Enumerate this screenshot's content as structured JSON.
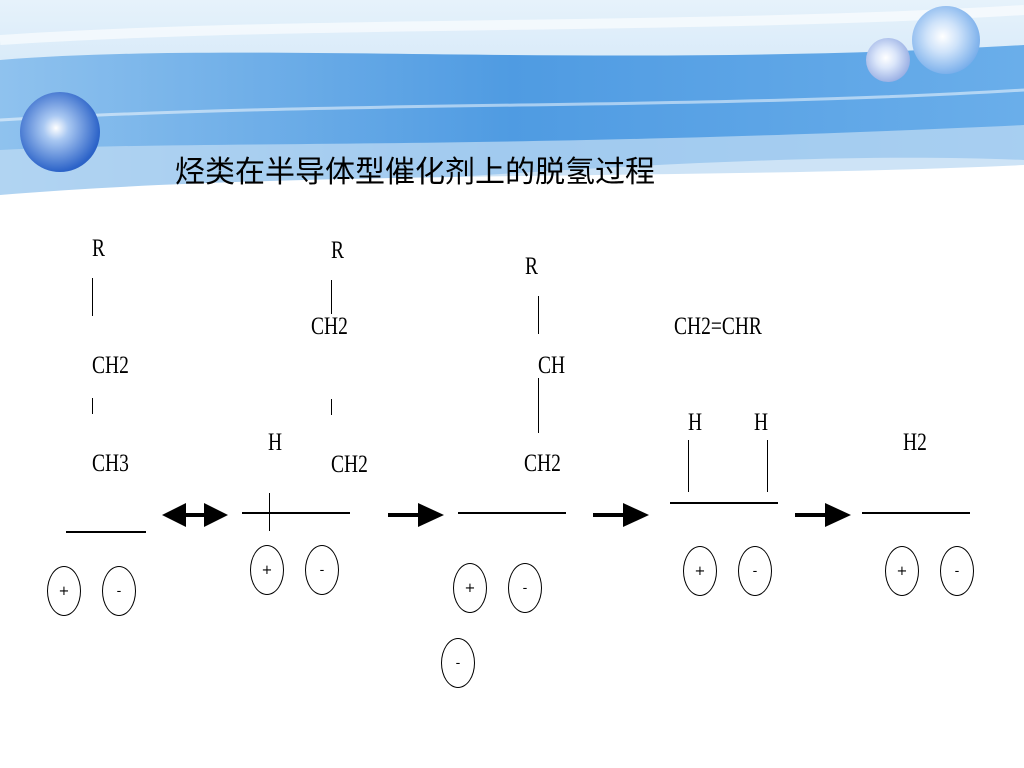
{
  "slide": {
    "title": "烃类在半导体型催化剂上的脱氢过程",
    "colors": {
      "band": "#5aa4e4",
      "band_light": "#bcdaf3",
      "orb": "#2e6fd0"
    }
  },
  "stages": [
    {
      "labels": [
        "R",
        "CH2",
        "CH3"
      ],
      "charges": [
        "+",
        "-"
      ]
    },
    {
      "labels": [
        "R",
        "CH2",
        "H",
        "CH2"
      ],
      "charges": [
        "+",
        "-"
      ]
    },
    {
      "labels": [
        "R",
        "CH",
        "CH2"
      ],
      "charges": [
        "+",
        "-",
        "-"
      ]
    },
    {
      "labels": [
        "CH2=CHR",
        "H",
        "H"
      ],
      "charges": [
        "+",
        "-"
      ]
    },
    {
      "labels": [
        "H2"
      ],
      "charges": [
        "+",
        "-"
      ]
    }
  ]
}
